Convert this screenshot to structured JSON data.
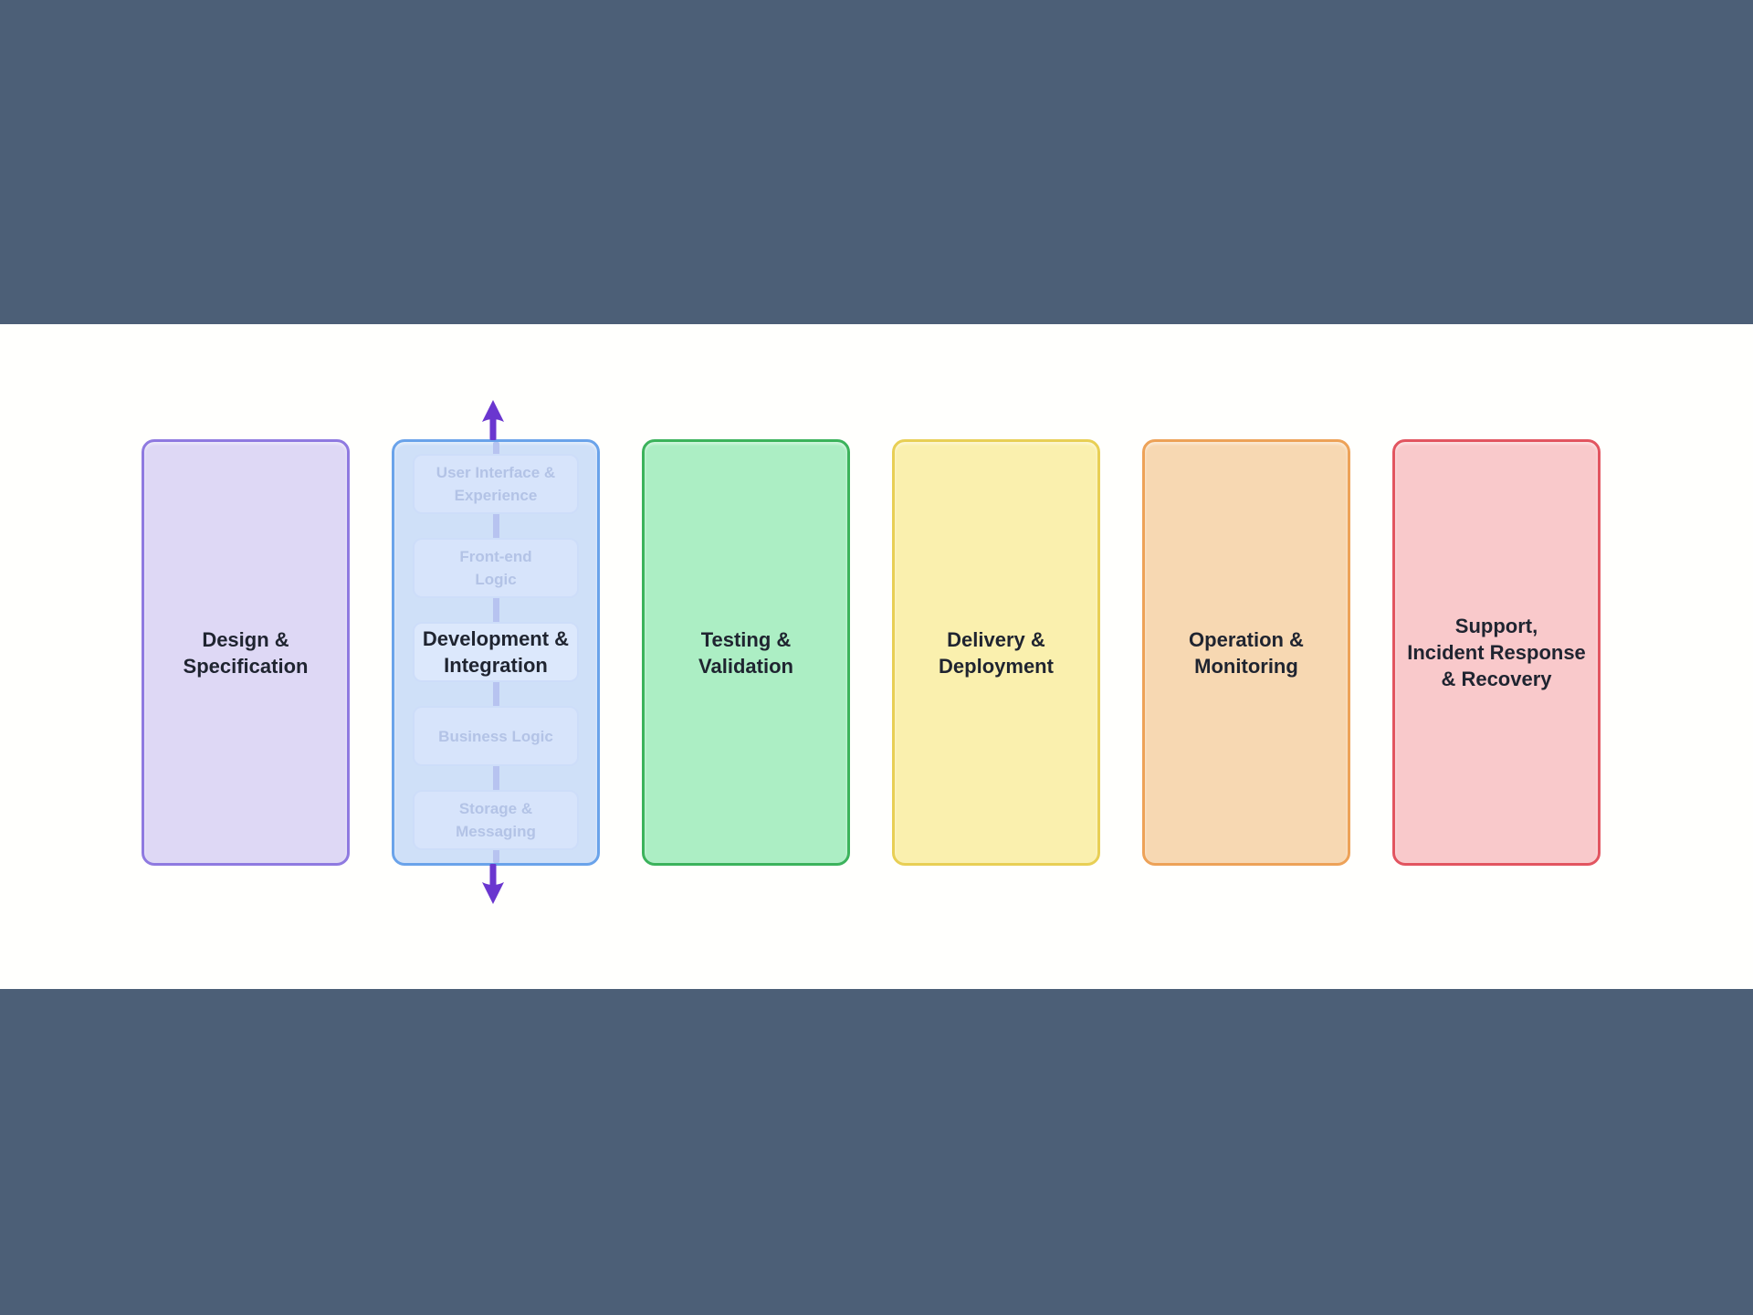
{
  "colors": {
    "band": "#4c5f77",
    "canvas": "#fffffd",
    "arrow": "#6a36cf",
    "phase_text": "#1f2430",
    "connector": "#b7c3f0",
    "sublayer_fill": "#d7e4fb",
    "sublayer_main_fill": "#dce8fc",
    "sublayer_border": "#cdddf9",
    "sublayer_text": "#b3c3e6"
  },
  "phases": [
    {
      "id": "design",
      "label": "Design &\nSpecification",
      "fill": "#ded8f5",
      "border": "#8f7ae0"
    },
    {
      "id": "development",
      "label": "Development &\nIntegration",
      "fill": "#cfe0f8",
      "border": "#6aa3ea",
      "sublayers": [
        "User Interface &\nExperience",
        "Front-end\nLogic",
        "Business Logic",
        "Storage &\nMessaging"
      ]
    },
    {
      "id": "testing",
      "label": "Testing &\nValidation",
      "fill": "#aceec4",
      "border": "#3cb35c"
    },
    {
      "id": "delivery",
      "label": "Delivery &\nDeployment",
      "fill": "#faf0ae",
      "border": "#e8cf55"
    },
    {
      "id": "operation",
      "label": "Operation &\nMonitoring",
      "fill": "#f7d8b2",
      "border": "#eda258"
    },
    {
      "id": "support",
      "label": "Support,\nIncident Response\n& Recovery",
      "fill": "#f9c9cb",
      "border": "#e25560"
    }
  ]
}
